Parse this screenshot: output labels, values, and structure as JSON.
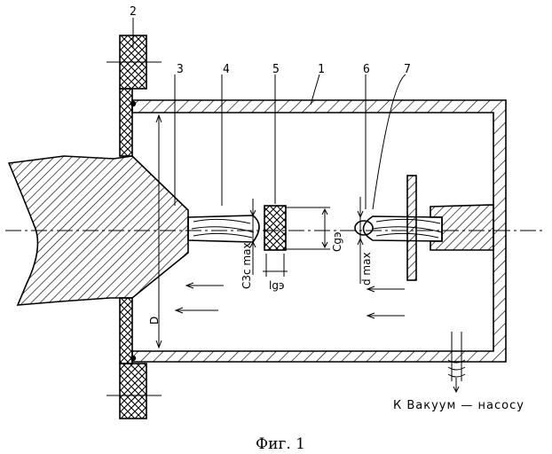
{
  "caption": "Фиг. 1",
  "part_labels": [
    "1",
    "2",
    "3",
    "4",
    "5",
    "6",
    "7"
  ],
  "dimension_labels": {
    "D": "D",
    "c3c": "C3c max",
    "lg": "lgэ",
    "cg": "Cgэ",
    "dmax": "d max"
  },
  "pump_label": "К Вакуум — насосу"
}
